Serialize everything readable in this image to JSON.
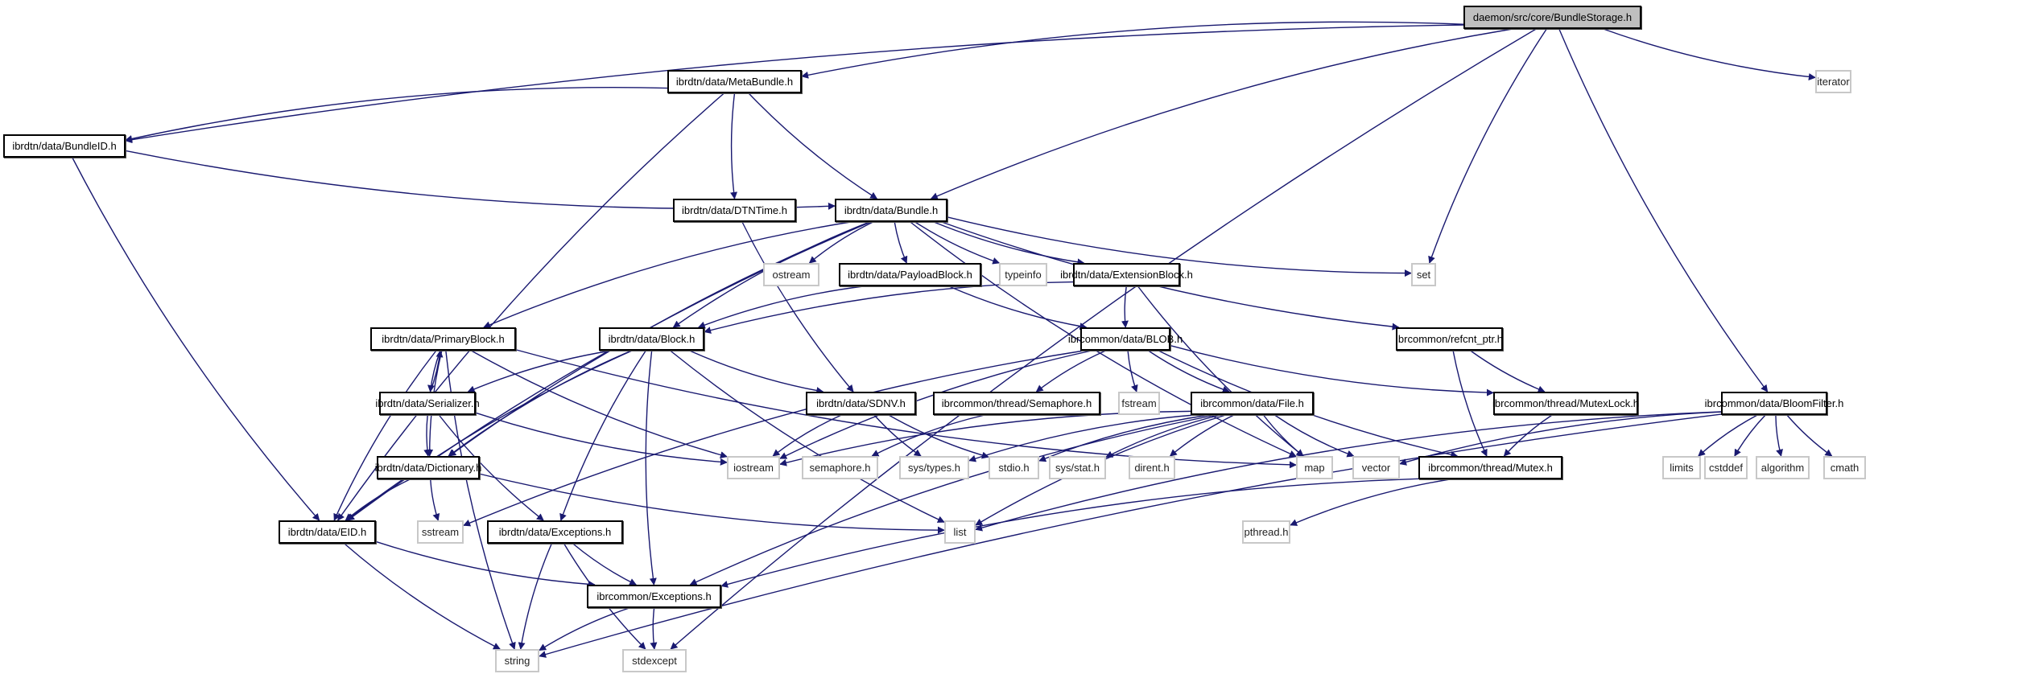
{
  "diagram": {
    "type": "include-dependency-graph",
    "edge_color": "#191970",
    "root_fill": "#bfbfbf",
    "project_border": "#000000",
    "system_border": "#c8c8c8",
    "nodes": [
      {
        "id": "BundleStorage",
        "label": "daemon/src/core/BundleStorage.h",
        "kind": "root"
      },
      {
        "id": "MetaBundle",
        "label": "ibrdtn/data/MetaBundle.h",
        "kind": "project"
      },
      {
        "id": "iterator",
        "label": "iterator",
        "kind": "system"
      },
      {
        "id": "BundleID",
        "label": "ibrdtn/data/BundleID.h",
        "kind": "project"
      },
      {
        "id": "DTNTime",
        "label": "ibrdtn/data/DTNTime.h",
        "kind": "project"
      },
      {
        "id": "Bundle",
        "label": "ibrdtn/data/Bundle.h",
        "kind": "project"
      },
      {
        "id": "ostream",
        "label": "ostream",
        "kind": "system"
      },
      {
        "id": "PayloadBlock",
        "label": "ibrdtn/data/PayloadBlock.h",
        "kind": "project"
      },
      {
        "id": "typeinfo",
        "label": "typeinfo",
        "kind": "system"
      },
      {
        "id": "ExtensionBlock",
        "label": "ibrdtn/data/ExtensionBlock.h",
        "kind": "project"
      },
      {
        "id": "set",
        "label": "set",
        "kind": "system"
      },
      {
        "id": "PrimaryBlock",
        "label": "ibrdtn/data/PrimaryBlock.h",
        "kind": "project"
      },
      {
        "id": "Block",
        "label": "ibrdtn/data/Block.h",
        "kind": "project"
      },
      {
        "id": "BLOB",
        "label": "ibrcommon/data/BLOB.h",
        "kind": "project"
      },
      {
        "id": "refcnt_ptr",
        "label": "ibrcommon/refcnt_ptr.h",
        "kind": "project"
      },
      {
        "id": "Serializer",
        "label": "ibrdtn/data/Serializer.h",
        "kind": "project"
      },
      {
        "id": "SDNV",
        "label": "ibrdtn/data/SDNV.h",
        "kind": "project"
      },
      {
        "id": "Semaphore",
        "label": "ibrcommon/thread/Semaphore.h",
        "kind": "project"
      },
      {
        "id": "fstream",
        "label": "fstream",
        "kind": "system"
      },
      {
        "id": "File",
        "label": "ibrcommon/data/File.h",
        "kind": "project"
      },
      {
        "id": "MutexLock",
        "label": "ibrcommon/thread/MutexLock.h",
        "kind": "project"
      },
      {
        "id": "BloomFilter",
        "label": "ibrcommon/data/BloomFilter.h",
        "kind": "project"
      },
      {
        "id": "Dictionary",
        "label": "ibrdtn/data/Dictionary.h",
        "kind": "project"
      },
      {
        "id": "iostream",
        "label": "iostream",
        "kind": "system"
      },
      {
        "id": "semaphore_h",
        "label": "semaphore.h",
        "kind": "system"
      },
      {
        "id": "sys_types",
        "label": "sys/types.h",
        "kind": "system"
      },
      {
        "id": "stdio",
        "label": "stdio.h",
        "kind": "system"
      },
      {
        "id": "sys_stat",
        "label": "sys/stat.h",
        "kind": "system"
      },
      {
        "id": "dirent",
        "label": "dirent.h",
        "kind": "system"
      },
      {
        "id": "map",
        "label": "map",
        "kind": "system"
      },
      {
        "id": "vector",
        "label": "vector",
        "kind": "system"
      },
      {
        "id": "Mutex",
        "label": "ibrcommon/thread/Mutex.h",
        "kind": "project"
      },
      {
        "id": "limits",
        "label": "limits",
        "kind": "system"
      },
      {
        "id": "cstddef",
        "label": "cstddef",
        "kind": "system"
      },
      {
        "id": "algorithm",
        "label": "algorithm",
        "kind": "system"
      },
      {
        "id": "cmath",
        "label": "cmath",
        "kind": "system"
      },
      {
        "id": "EID",
        "label": "ibrdtn/data/EID.h",
        "kind": "project"
      },
      {
        "id": "sstream",
        "label": "sstream",
        "kind": "system"
      },
      {
        "id": "DataExceptions",
        "label": "ibrdtn/data/Exceptions.h",
        "kind": "project"
      },
      {
        "id": "list",
        "label": "list",
        "kind": "system"
      },
      {
        "id": "pthread",
        "label": "pthread.h",
        "kind": "system"
      },
      {
        "id": "CommonExceptions",
        "label": "ibrcommon/Exceptions.h",
        "kind": "project"
      },
      {
        "id": "string",
        "label": "string",
        "kind": "system"
      },
      {
        "id": "stdexcept",
        "label": "stdexcept",
        "kind": "system"
      }
    ],
    "edges": [
      [
        "BundleStorage",
        "MetaBundle"
      ],
      [
        "BundleStorage",
        "BundleID"
      ],
      [
        "BundleStorage",
        "Bundle"
      ],
      [
        "BundleStorage",
        "set"
      ],
      [
        "BundleStorage",
        "BloomFilter"
      ],
      [
        "BundleStorage",
        "iterator"
      ],
      [
        "BundleStorage",
        "stdexcept"
      ],
      [
        "MetaBundle",
        "BundleID"
      ],
      [
        "MetaBundle",
        "DTNTime"
      ],
      [
        "MetaBundle",
        "Bundle"
      ],
      [
        "MetaBundle",
        "EID"
      ],
      [
        "BundleID",
        "Bundle"
      ],
      [
        "BundleID",
        "EID"
      ],
      [
        "DTNTime",
        "SDNV"
      ],
      [
        "Bundle",
        "ostream"
      ],
      [
        "Bundle",
        "PayloadBlock"
      ],
      [
        "Bundle",
        "typeinfo"
      ],
      [
        "Bundle",
        "ExtensionBlock"
      ],
      [
        "Bundle",
        "set"
      ],
      [
        "Bundle",
        "refcnt_ptr"
      ],
      [
        "Bundle",
        "PrimaryBlock"
      ],
      [
        "Bundle",
        "Block"
      ],
      [
        "Bundle",
        "EID"
      ],
      [
        "Bundle",
        "Dictionary"
      ],
      [
        "Bundle",
        "map"
      ],
      [
        "PayloadBlock",
        "Block"
      ],
      [
        "PayloadBlock",
        "BLOB"
      ],
      [
        "ExtensionBlock",
        "Block"
      ],
      [
        "ExtensionBlock",
        "BLOB"
      ],
      [
        "ExtensionBlock",
        "map"
      ],
      [
        "PrimaryBlock",
        "Serializer"
      ],
      [
        "PrimaryBlock",
        "Dictionary"
      ],
      [
        "PrimaryBlock",
        "EID"
      ],
      [
        "PrimaryBlock",
        "iostream"
      ],
      [
        "PrimaryBlock",
        "string"
      ],
      [
        "PrimaryBlock",
        "map"
      ],
      [
        "Block",
        "Serializer"
      ],
      [
        "Block",
        "SDNV"
      ],
      [
        "Block",
        "Dictionary"
      ],
      [
        "Block",
        "EID"
      ],
      [
        "Block",
        "DataExceptions"
      ],
      [
        "Block",
        "CommonExceptions"
      ],
      [
        "Block",
        "list"
      ],
      [
        "BLOB",
        "Semaphore"
      ],
      [
        "BLOB",
        "fstream"
      ],
      [
        "BLOB",
        "File"
      ],
      [
        "BLOB",
        "MutexLock"
      ],
      [
        "BLOB",
        "Mutex"
      ],
      [
        "BLOB",
        "iostream"
      ],
      [
        "BLOB",
        "sstream"
      ],
      [
        "refcnt_ptr",
        "MutexLock"
      ],
      [
        "refcnt_ptr",
        "Mutex"
      ],
      [
        "Serializer",
        "PrimaryBlock"
      ],
      [
        "Serializer",
        "Dictionary"
      ],
      [
        "Serializer",
        "DataExceptions"
      ],
      [
        "Serializer",
        "iostream"
      ],
      [
        "SDNV",
        "iostream"
      ],
      [
        "SDNV",
        "sys_types"
      ],
      [
        "SDNV",
        "stdio"
      ],
      [
        "Semaphore",
        "semaphore_h"
      ],
      [
        "File",
        "iostream"
      ],
      [
        "File",
        "sys_types"
      ],
      [
        "File",
        "stdio"
      ],
      [
        "File",
        "sys_stat"
      ],
      [
        "File",
        "dirent"
      ],
      [
        "File",
        "map"
      ],
      [
        "File",
        "vector"
      ],
      [
        "File",
        "list"
      ],
      [
        "File",
        "CommonExceptions"
      ],
      [
        "MutexLock",
        "Mutex"
      ],
      [
        "BloomFilter",
        "vector"
      ],
      [
        "BloomFilter",
        "list"
      ],
      [
        "BloomFilter",
        "limits"
      ],
      [
        "BloomFilter",
        "cstddef"
      ],
      [
        "BloomFilter",
        "algorithm"
      ],
      [
        "BloomFilter",
        "cmath"
      ],
      [
        "BloomFilter",
        "string"
      ],
      [
        "Dictionary",
        "EID"
      ],
      [
        "Dictionary",
        "sstream"
      ],
      [
        "Dictionary",
        "list"
      ],
      [
        "Mutex",
        "pthread"
      ],
      [
        "Mutex",
        "CommonExceptions"
      ],
      [
        "EID",
        "CommonExceptions"
      ],
      [
        "EID",
        "string"
      ],
      [
        "DataExceptions",
        "CommonExceptions"
      ],
      [
        "DataExceptions",
        "string"
      ],
      [
        "DataExceptions",
        "stdexcept"
      ],
      [
        "CommonExceptions",
        "string"
      ],
      [
        "CommonExceptions",
        "stdexcept"
      ]
    ]
  }
}
